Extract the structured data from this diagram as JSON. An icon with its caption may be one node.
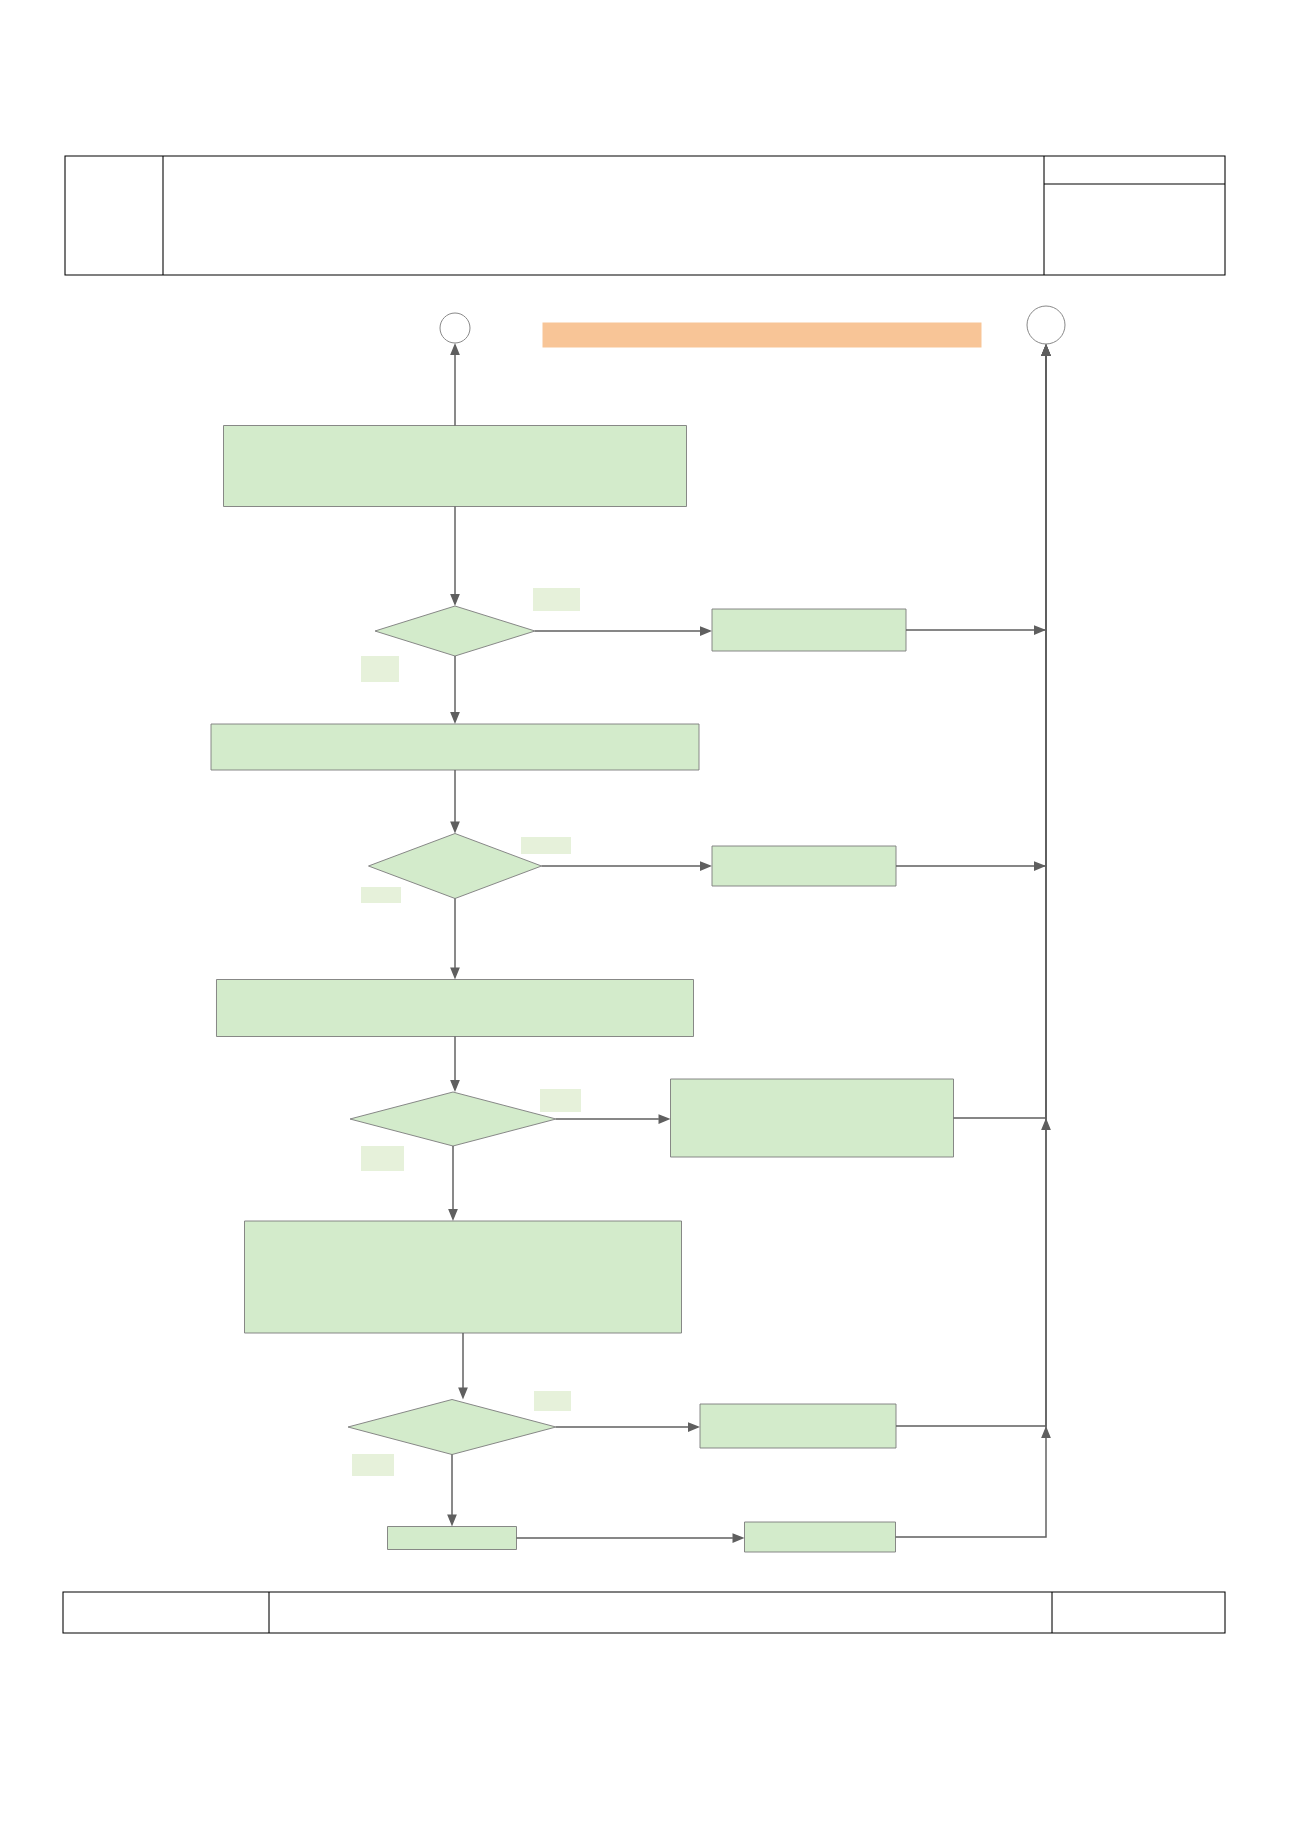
{
  "diagram": {
    "nodes": [
      {
        "text": [],
        "shape": "circle"
      },
      {
        "text": [],
        "shape": "circle"
      },
      {
        "text": [],
        "shape": "box"
      },
      {
        "text": [],
        "shape": "diamond"
      },
      {
        "text": [],
        "shape": "box"
      },
      {
        "text": [],
        "shape": "box"
      },
      {
        "text": [],
        "shape": "diamond"
      },
      {
        "text": [],
        "shape": "box"
      },
      {
        "text": [],
        "shape": "box"
      },
      {
        "text": [],
        "shape": "diamond"
      },
      {
        "text": [],
        "shape": "box"
      },
      {
        "text": [],
        "shape": "box"
      },
      {
        "text": [],
        "shape": "diamond"
      },
      {
        "text": [],
        "shape": "box"
      },
      {
        "text": [],
        "shape": "box"
      },
      {
        "text": [],
        "shape": "box"
      },
      {
        "text": [],
        "shape": "bar"
      }
    ],
    "edges": [
      {
        "from": 2,
        "to": 0,
        "arrow": "to"
      },
      {
        "from": 2,
        "to": 3,
        "arrow": "to"
      },
      {
        "from": 3,
        "to": 4,
        "arrow": "to"
      },
      {
        "from": 3,
        "to": 5,
        "arrow": "to"
      },
      {
        "from": 4,
        "to": 1,
        "arrow": "to"
      },
      {
        "from": 5,
        "to": 6,
        "arrow": "to"
      },
      {
        "from": 6,
        "to": 7,
        "arrow": "to"
      },
      {
        "from": 6,
        "to": 8,
        "arrow": "to"
      },
      {
        "from": 7,
        "to": 1,
        "arrow": "to"
      },
      {
        "from": 8,
        "to": 9,
        "arrow": "to"
      },
      {
        "from": 9,
        "to": 10,
        "arrow": "to"
      },
      {
        "from": 9,
        "to": 11,
        "arrow": "to"
      },
      {
        "from": 10,
        "to": 1,
        "arrow": "to"
      },
      {
        "from": 11,
        "to": 12,
        "arrow": "to"
      },
      {
        "from": 12,
        "to": 13,
        "arrow": "to"
      },
      {
        "from": 12,
        "to": 14,
        "arrow": "to"
      },
      {
        "from": 13,
        "to": 1,
        "arrow": "to"
      },
      {
        "from": 14,
        "to": 15,
        "arrow": "to"
      },
      {
        "from": 15,
        "to": 1,
        "arrow": "to"
      }
    ]
  }
}
